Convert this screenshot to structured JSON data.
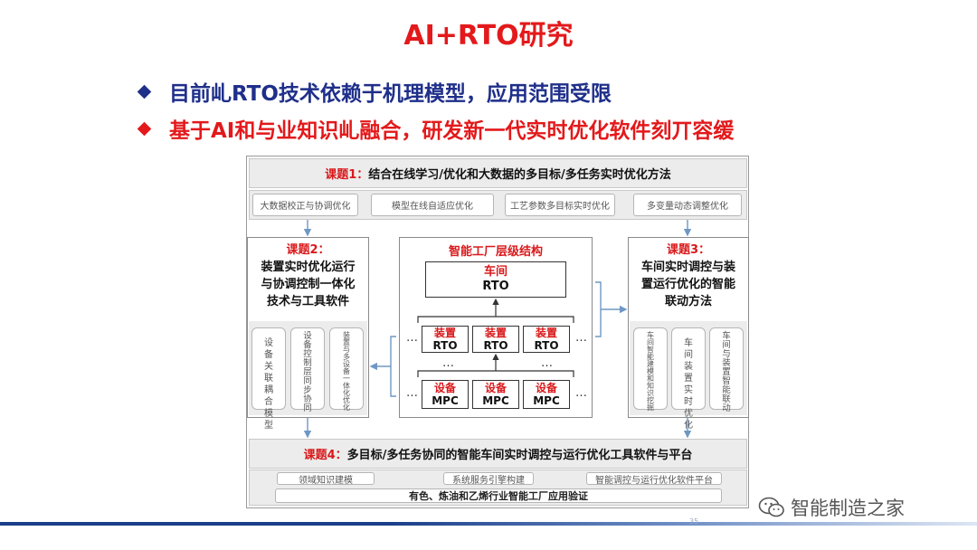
{
  "slide": {
    "title": "AI+RTO研究",
    "bullets": [
      {
        "text": "目前乢RTO技术依赖于机理模型，应用范围受限",
        "color": "#1f2f8a"
      },
      {
        "text": "基于AI和与业知识乢融合，研发新一代实时优化软件刻丌容缓",
        "color": "#e3191b"
      }
    ],
    "page_number": "35"
  },
  "topic1": {
    "label": "课题1：",
    "title": "结合在线学习/优化和大数据的多目标/多任务实时优化方法",
    "items": [
      "大数据校正与协调优化",
      "模型在线自适应优化",
      "工艺参数多目标实时优化",
      "多变量动态调整优化"
    ]
  },
  "topic2": {
    "label": "课题2：",
    "title_lines": [
      "装置实时优化运行",
      "与协调控制一体化",
      "技术与工具软件"
    ],
    "columns": [
      [
        "设",
        "备",
        "关",
        "联",
        "耦",
        "合",
        "模",
        "型"
      ],
      [
        "设",
        "备",
        "控",
        "制",
        "层",
        "同",
        "步",
        "协",
        "同"
      ],
      [
        "装",
        "置",
        "与",
        "多",
        "设",
        "备",
        "一",
        "体",
        "化",
        "优",
        "化"
      ]
    ]
  },
  "center": {
    "title": "智能工厂层级结构",
    "top_box": [
      "车间",
      "RTO"
    ],
    "mid_boxes": [
      [
        "装置",
        "RTO"
      ],
      [
        "装置",
        "RTO"
      ],
      [
        "装置",
        "RTO"
      ]
    ],
    "bottom_boxes": [
      [
        "设备",
        "MPC"
      ],
      [
        "设备",
        "MPC"
      ],
      [
        "设备",
        "MPC"
      ]
    ],
    "ellipsis": "…"
  },
  "topic3": {
    "label": "课题3：",
    "title_lines": [
      "车间实时调控与装",
      "置运行优化的智能",
      "联动方法"
    ],
    "columns": [
      [
        "车",
        "间",
        "智",
        "能",
        "建",
        "模",
        "和",
        "知",
        "识",
        "挖",
        "掘"
      ],
      [
        "车",
        "间",
        "装",
        "置",
        "实",
        "时",
        "优",
        "化"
      ],
      [
        "车",
        "间",
        "与",
        "装",
        "置",
        "智",
        "能",
        "联",
        "动"
      ]
    ]
  },
  "topic4": {
    "label": "课题4：",
    "title": "多目标/多任务协同的智能车间实时调控与运行优化工具软件与平台",
    "items": [
      "领域知识建模",
      "系统服务引擎构建",
      "智能调控与运行优化软件平台"
    ],
    "validation": "有色、炼油和乙烯行业智能工厂应用验证"
  },
  "watermark": {
    "text": "智能制造之家"
  },
  "colors": {
    "title_red": "#e3191b",
    "bullet_blue": "#1f2f8a",
    "arrow_blue": "#6f97c4",
    "box_gray": "#8a8a8a"
  }
}
